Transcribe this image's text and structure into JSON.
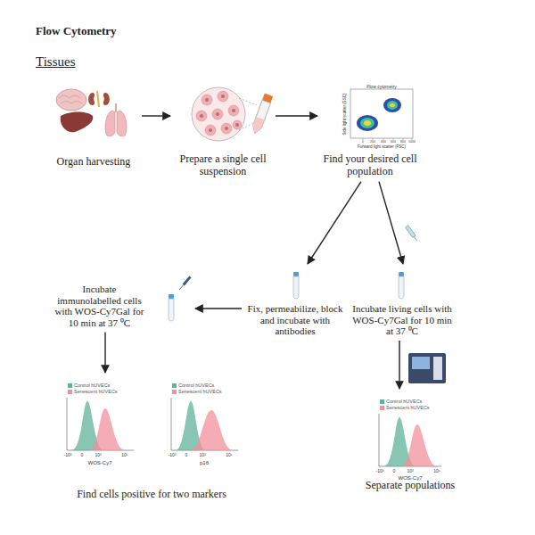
{
  "diagram": {
    "title": "Flow Cytometry",
    "nodes": [
      {
        "text": [
          "Organ harvesting"
        ]
      },
      {
        "text": [
          "Prepare a single cell suspension"
        ]
      },
      {
        "text": [
          "Find your desired cell population"
        ]
      },
      {
        "text": [
          "Fix, permeabilize, block and incubate with antibodies"
        ]
      },
      {
        "text": [
          "Incubate living cells with WOS-Cy7Gal for 10 min at 37 ⁰C"
        ]
      },
      {
        "text": [
          "Incubate immunolabelled cells with WOS-Cy7Gal for 10 min at 37 ⁰C"
        ]
      },
      {
        "text": [
          "Find cells positive for two markers"
        ]
      },
      {
        "text": [
          "Separate populations"
        ]
      }
    ],
    "edges": [
      {
        "from": 0,
        "to": 1,
        "arrow": "to"
      },
      {
        "from": 1,
        "to": 2,
        "arrow": "to"
      },
      {
        "from": 2,
        "to": 3,
        "arrow": "to"
      },
      {
        "from": 2,
        "to": 4,
        "arrow": "to"
      },
      {
        "from": 3,
        "to": 5,
        "arrow": "to"
      },
      {
        "from": 5,
        "to": 6,
        "arrow": "to"
      },
      {
        "from": 4,
        "to": 7,
        "arrow": "to"
      }
    ],
    "labels": [
      "Tissues",
      "Flow cytometry",
      "Forward light scatter (FSC)",
      "Side light scatter (SSC)",
      "0",
      "200",
      "400",
      "600",
      "800",
      "1000",
      "-10³",
      "0",
      "10³",
      "10⁵",
      "WOS-Cy7",
      "-10³",
      "0",
      "10³",
      "10⁵",
      "p16",
      "-10³",
      "0",
      "10³",
      "10⁵",
      "WOS-Cy7"
    ],
    "legend": [
      {
        "text": "Control hUVECs",
        "color": "#5fb39a"
      },
      {
        "text": "Senescent hUVECs",
        "color": "#f2909c"
      },
      {
        "text": "Control hUVECs",
        "color": "#5fb39a"
      },
      {
        "text": "Senescent hUVECs",
        "color": "#f2909c"
      },
      {
        "text": "Control hUVECs",
        "color": "#5fb39a"
      },
      {
        "text": "Senescent hUVECs",
        "color": "#f2909c"
      }
    ]
  }
}
